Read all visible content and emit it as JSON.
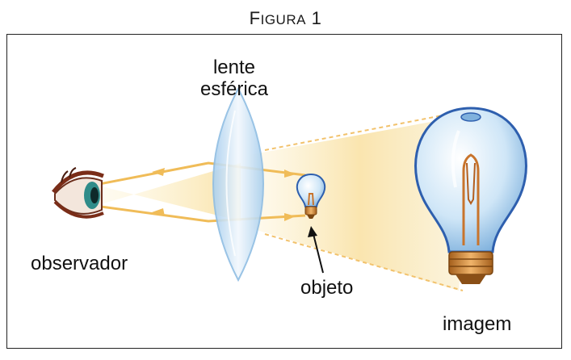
{
  "figure": {
    "title_first": "F",
    "title_rest": "IGURA",
    "title_number": "1"
  },
  "labels": {
    "lens_line1": "lente",
    "lens_line2": "esférica",
    "observer": "observador",
    "object": "objeto",
    "image": "imagem"
  },
  "colors": {
    "light_beam": "#f6d98a",
    "ray": "#f1be5c",
    "lens": "#b9d9f2",
    "bulb_glass": "#cfe6f7",
    "bulb_outline": "#2e5fae",
    "bulb_base": "#c87f2e",
    "iris": "#2f8c8a"
  }
}
